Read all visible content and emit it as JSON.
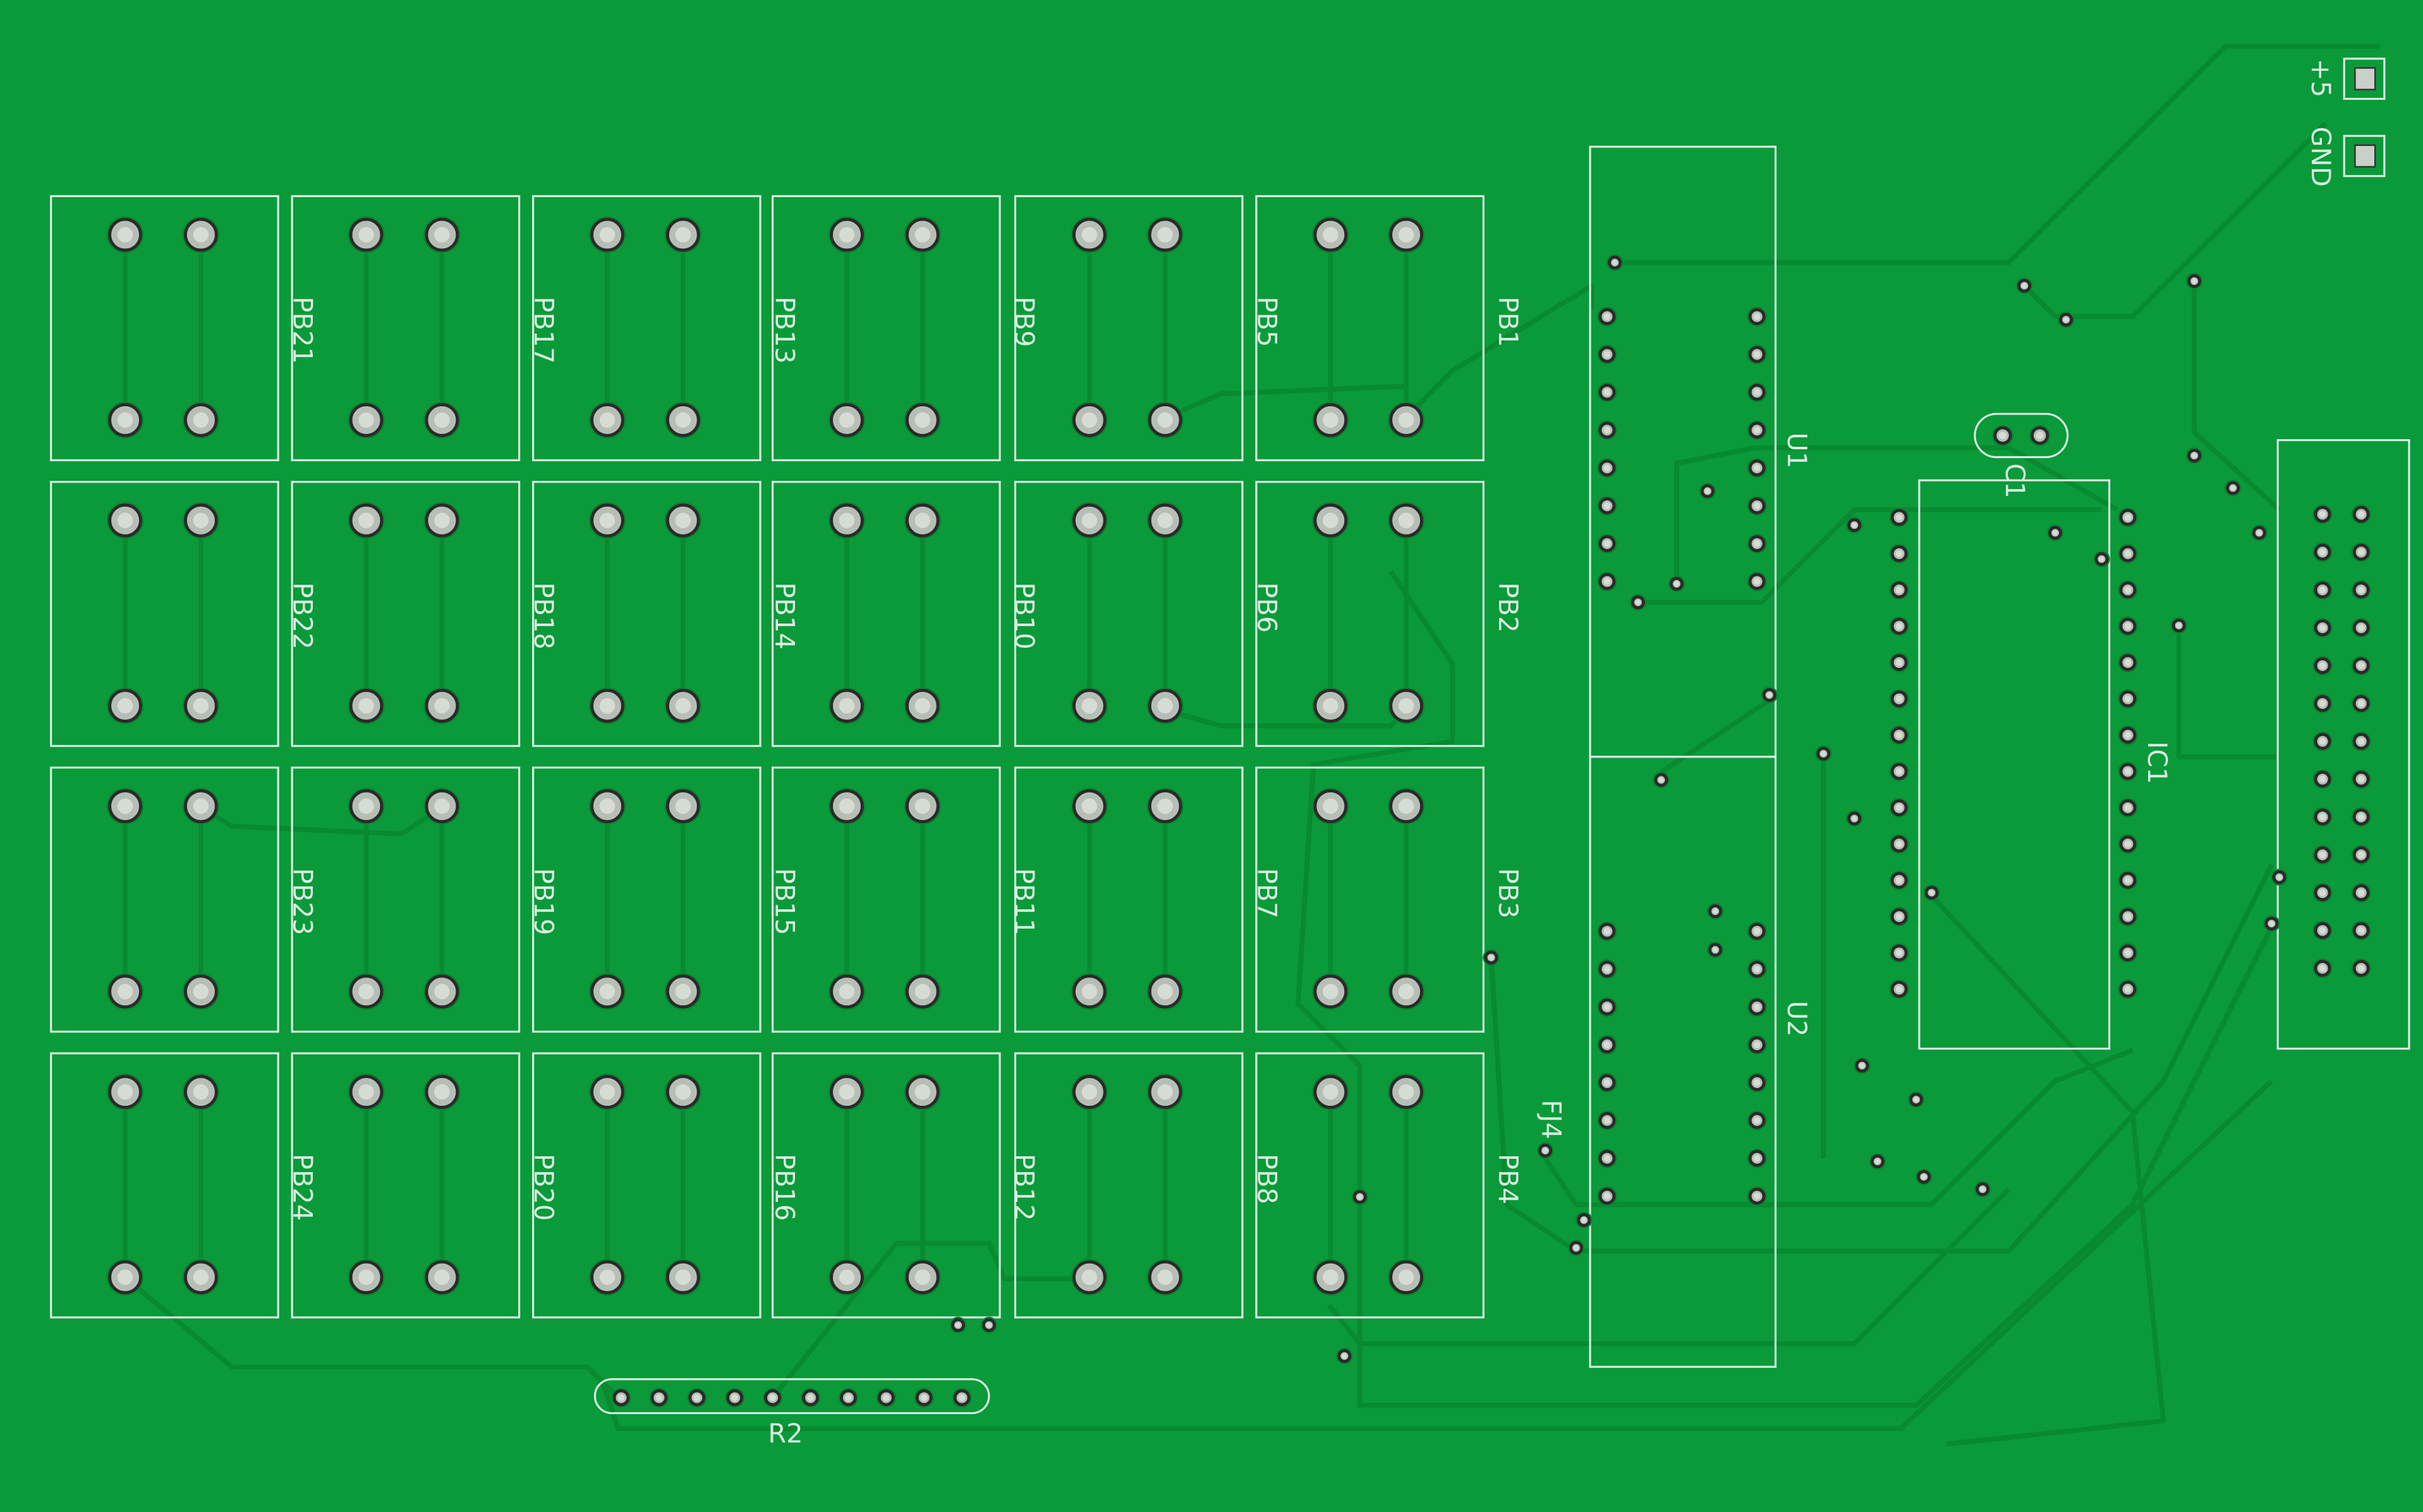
{
  "colors": {
    "board": "#0a9a3a",
    "silk": "#d8eee0",
    "pad": "#c9d0c8",
    "trace": "#078a30"
  },
  "buttons": {
    "columns": [
      [
        "PB21",
        "PB22",
        "PB23",
        "PB24"
      ],
      [
        "PB17",
        "PB18",
        "PB19",
        "PB20"
      ],
      [
        "PB13",
        "PB14",
        "PB15",
        "PB16"
      ],
      [
        "PB9",
        "PB10",
        "PB11",
        "PB12"
      ],
      [
        "PB5",
        "PB6",
        "PB7",
        "PB8"
      ],
      [
        "PB1",
        "PB2",
        "PB3",
        "PB4"
      ]
    ]
  },
  "components": {
    "u1": "U1",
    "u2": "U2",
    "ic1": "IC1",
    "c1": "C1",
    "r2": "R2",
    "fj4": "FJ4",
    "power_plus": "+5",
    "power_gnd": "GND"
  }
}
